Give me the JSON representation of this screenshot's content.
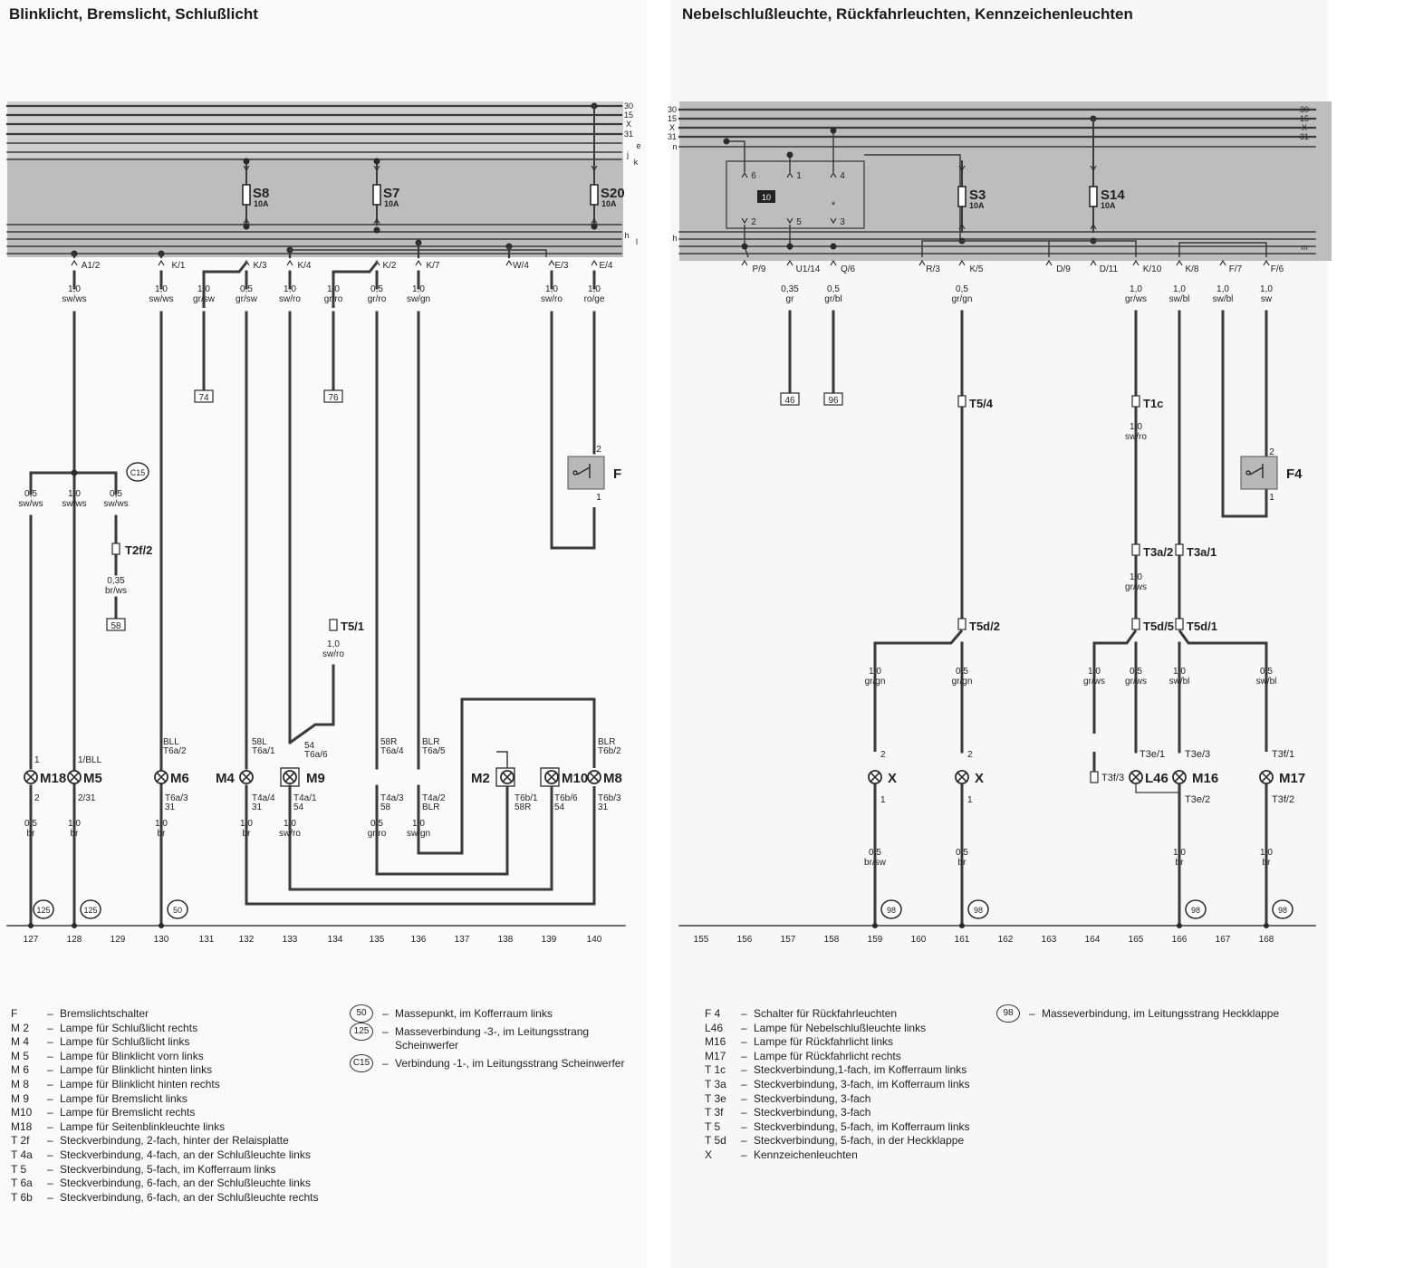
{
  "left": {
    "title": "Blinklicht, Bremslicht, Schlußlicht",
    "bus_top_labels": [
      "30",
      "15",
      "X",
      "31",
      "e",
      "j",
      "k"
    ],
    "bus_bottom_labels": [
      "h",
      "l"
    ],
    "fuses": [
      {
        "label": "S8",
        "rating": "10A"
      },
      {
        "label": "S7",
        "rating": "10A"
      },
      {
        "label": "S20",
        "rating": "10A"
      }
    ],
    "terminals": [
      "A1/2",
      "K/1",
      "K/3",
      "K/4",
      "K/2",
      "K/7",
      "W/4",
      "E/3",
      "E/4"
    ],
    "wires": [
      {
        "size": "1,0",
        "color": "sw/ws"
      },
      {
        "size": "1,0",
        "color": "sw/ws"
      },
      {
        "size": "1,0",
        "color": "gr/sw"
      },
      {
        "size": "0,5",
        "color": "gr/sw"
      },
      {
        "size": "1,0",
        "color": "sw/ro"
      },
      {
        "size": "1,0",
        "color": "gr/ro"
      },
      {
        "size": "0,5",
        "color": "gr/ro"
      },
      {
        "size": "1,0",
        "color": "sw/gn"
      },
      {
        "size": "1,0",
        "color": "sw/ro"
      },
      {
        "size": "1,0",
        "color": "ro/ge"
      }
    ],
    "refs": [
      "74",
      "76",
      "58"
    ],
    "c15_wires": [
      {
        "size": "0,5",
        "color": "sw/ws"
      },
      {
        "size": "1,0",
        "color": "sw/ws"
      },
      {
        "size": "0,5",
        "color": "sw/ws"
      }
    ],
    "t2f": {
      "label": "T2f/2",
      "size": "0,35",
      "color": "br/ws"
    },
    "t51": {
      "label": "T5/1",
      "size": "1,0",
      "color": "sw/ro"
    },
    "switch": {
      "label": "F",
      "pin_top": "2",
      "pin_bottom": "1"
    },
    "lamps": [
      "M18",
      "M5",
      "M6",
      "M4",
      "M9",
      "M2",
      "M10",
      "M8"
    ],
    "pins_upper": [
      "1",
      "1/BLL",
      "BLL T6a/2",
      "58L T6a/1",
      "54 T6a/6",
      "58R T6a/4",
      "BLR T6a/5",
      "BLR T6b/2"
    ],
    "pins_lower": [
      "2",
      "2/31",
      "T6a/3 31",
      "T4a/4 31",
      "T4a/1 54",
      "T4a/3 58",
      "T4a/2 BLR",
      "T6b/1 58R",
      "T6b/6 54",
      "T6b/3 31"
    ],
    "ground_wires": [
      {
        "size": "0,5",
        "color": "br"
      },
      {
        "size": "1,0",
        "color": "br"
      },
      {
        "size": "1,0",
        "color": "br"
      },
      {
        "size": "1,0",
        "color": "br"
      },
      {
        "size": "1,0",
        "color": "sw/ro"
      },
      {
        "size": "0,5",
        "color": "gr/ro"
      },
      {
        "size": "1,0",
        "color": "sw/gn"
      }
    ],
    "ground_points": [
      "125",
      "125",
      "50"
    ],
    "c15_badge": "C15",
    "grid_numbers": [
      "127",
      "128",
      "129",
      "130",
      "131",
      "132",
      "133",
      "134",
      "135",
      "136",
      "137",
      "138",
      "139",
      "140"
    ],
    "legend": [
      {
        "code": "F",
        "desc": "Bremslichtschalter"
      },
      {
        "code": "M 2",
        "desc": "Lampe für Schlußlicht rechts"
      },
      {
        "code": "M 4",
        "desc": "Lampe für Schlußlicht links"
      },
      {
        "code": "M 5",
        "desc": "Lampe für Blinklicht vorn links"
      },
      {
        "code": "M 6",
        "desc": "Lampe für Blinklicht hinten links"
      },
      {
        "code": "M 8",
        "desc": "Lampe für Blinklicht hinten rechts"
      },
      {
        "code": "M 9",
        "desc": "Lampe für Bremslicht links"
      },
      {
        "code": "M10",
        "desc": "Lampe für Bremslicht rechts"
      },
      {
        "code": "M18",
        "desc": "Lampe für Seitenblinkleuchte links"
      },
      {
        "code": "T 2f",
        "desc": "Steckverbindung, 2-fach, hinter der Relaisplatte"
      },
      {
        "code": "T 4a",
        "desc": "Steckverbindung, 4-fach, an der Schlußleuchte links"
      },
      {
        "code": "T 5",
        "desc": "Steckverbindung, 5-fach, im Kofferraum links"
      },
      {
        "code": "T 6a",
        "desc": "Steckverbindung, 6-fach, an der Schlußleuchte links"
      },
      {
        "code": "T 6b",
        "desc": "Steckverbindung, 6-fach, an der Schlußleuchte rechts"
      }
    ],
    "mass_legend": [
      {
        "badge": "50",
        "desc": "Massepunkt, im Kofferraum links"
      },
      {
        "badge": "125",
        "desc": "Masseverbindung -3-, im Leitungsstrang Scheinwerfer"
      },
      {
        "badge": "C15",
        "desc": "Verbindung -1-, im Leitungsstrang Scheinwerfer"
      }
    ]
  },
  "right": {
    "title": "Nebelschlußleuchte, Rückfahrleuchten, Kennzeichenleuchten",
    "bus_left_labels": [
      "30",
      "15",
      "X",
      "31",
      "n",
      "h"
    ],
    "bus_right_labels": [
      "30",
      "15",
      "X",
      "31",
      "m"
    ],
    "relay": {
      "label": "10",
      "pins": [
        "6",
        "1",
        "4",
        "2",
        "5",
        "3"
      ]
    },
    "fuses": [
      {
        "label": "S3",
        "rating": "10A"
      },
      {
        "label": "S14",
        "rating": "10A"
      }
    ],
    "terminals": [
      "P/9",
      "U1/14",
      "Q/6",
      "R/3",
      "K/5",
      "D/9",
      "D/11",
      "K/10",
      "K/8",
      "F/7",
      "F/6"
    ],
    "wires": [
      {
        "size": "0,35",
        "color": "gr"
      },
      {
        "size": "0,5",
        "color": "gr/bl"
      },
      {
        "size": "0,5",
        "color": "gr/gn"
      },
      {
        "size": "1,0",
        "color": "gr/ws"
      },
      {
        "size": "1,0",
        "color": "sw/bl"
      },
      {
        "size": "1,0",
        "color": "sw/bl"
      },
      {
        "size": "1,0",
        "color": "sw"
      }
    ],
    "refs": [
      "46",
      "96"
    ],
    "connectors": [
      "T5/4",
      "T1c",
      "T3a/2",
      "T3a/1",
      "T5d/2",
      "T5d/5",
      "T5d/1"
    ],
    "mid_wires": [
      {
        "size": "1,0",
        "color": "sw/ro"
      },
      {
        "size": "1,0",
        "color": "gr/ws"
      }
    ],
    "switch": {
      "label": "F4",
      "pin_top": "2",
      "pin_bottom": "1"
    },
    "lower_wires": [
      {
        "size": "1,0",
        "color": "gr/gn"
      },
      {
        "size": "0,5",
        "color": "gr/gn"
      },
      {
        "size": "1,0",
        "color": "gr/ws"
      },
      {
        "size": "0,5",
        "color": "gr/ws"
      },
      {
        "size": "1,0",
        "color": "sw/bl"
      },
      {
        "size": "0,5",
        "color": "sw/bl"
      }
    ],
    "lamps": [
      "X",
      "X",
      "L46",
      "M16",
      "M17"
    ],
    "pins": [
      "2",
      "1",
      "2",
      "1",
      "T3f/3",
      "T3e/1",
      "T3e/3",
      "T3e/2",
      "T3f/1",
      "T3f/2"
    ],
    "ground_wires": [
      {
        "size": "0,5",
        "color": "br/sw"
      },
      {
        "size": "0,5",
        "color": "br"
      },
      {
        "size": "1,0",
        "color": "br"
      },
      {
        "size": "1,0",
        "color": "br"
      }
    ],
    "ground_points": [
      "98",
      "98",
      "98",
      "98"
    ],
    "grid_numbers": [
      "155",
      "156",
      "157",
      "158",
      "159",
      "160",
      "161",
      "162",
      "163",
      "164",
      "165",
      "166",
      "167",
      "168"
    ],
    "legend": [
      {
        "code": "F 4",
        "desc": "Schalter für Rückfahrleuchten"
      },
      {
        "code": "L46",
        "desc": "Lampe für Nebelschlußleuchte links"
      },
      {
        "code": "M16",
        "desc": "Lampe für Rückfahrlicht links"
      },
      {
        "code": "M17",
        "desc": "Lampe für Rückfahrlicht rechts"
      },
      {
        "code": "T 1c",
        "desc": "Steckverbindung,1-fach, im Kofferraum links"
      },
      {
        "code": "T 3a",
        "desc": "Steckverbindung, 3-fach, im Kofferraum links"
      },
      {
        "code": "T 3e",
        "desc": "Steckverbindung, 3-fach"
      },
      {
        "code": "T 3f",
        "desc": "Steckverbindung, 3-fach"
      },
      {
        "code": "T 5",
        "desc": "Steckverbindung, 5-fach, im Kofferraum links"
      },
      {
        "code": "T 5d",
        "desc": "Steckverbindung, 5-fach, in der Heckklappe"
      },
      {
        "code": "X",
        "desc": "Kennzeichenleuchten"
      }
    ],
    "mass_legend": [
      {
        "badge": "98",
        "desc": "Masseverbindung, im Leitungsstrang Heckklappe"
      }
    ]
  }
}
